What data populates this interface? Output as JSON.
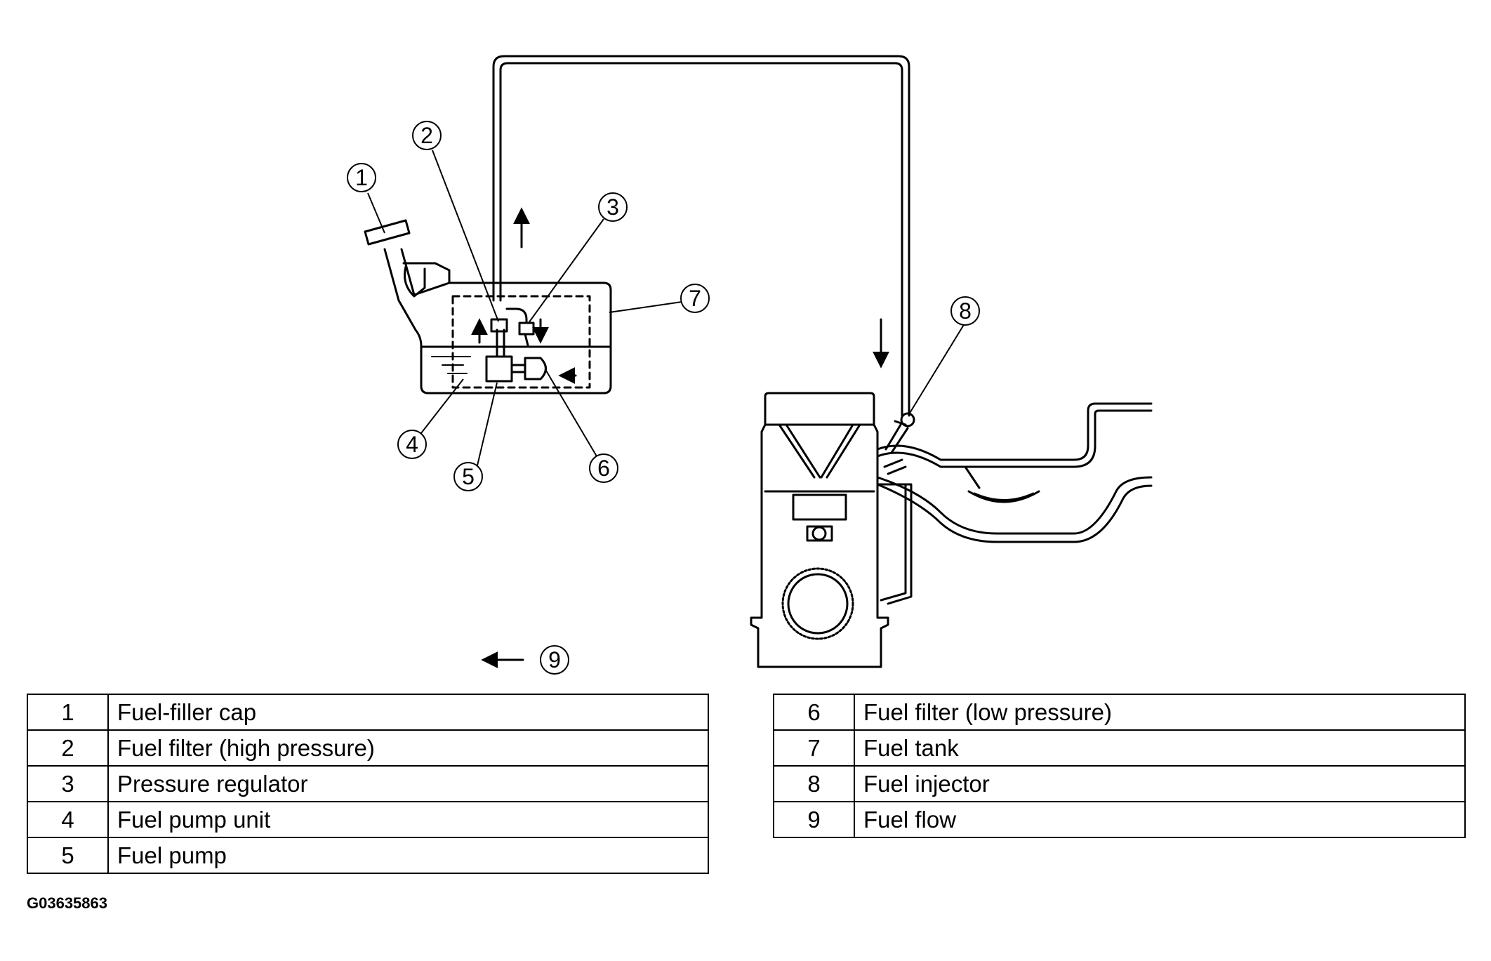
{
  "callouts": [
    "1",
    "2",
    "3",
    "4",
    "5",
    "6",
    "7",
    "8",
    "9"
  ],
  "legend": {
    "left": [
      {
        "num": "1",
        "label": "Fuel-filler cap"
      },
      {
        "num": "2",
        "label": "Fuel filter (high pressure)"
      },
      {
        "num": "3",
        "label": "Pressure regulator"
      },
      {
        "num": "4",
        "label": "Fuel pump unit"
      },
      {
        "num": "5",
        "label": "Fuel pump"
      }
    ],
    "right": [
      {
        "num": "6",
        "label": "Fuel filter (low pressure)"
      },
      {
        "num": "7",
        "label": "Fuel tank"
      },
      {
        "num": "8",
        "label": "Fuel injector"
      },
      {
        "num": "9",
        "label": "Fuel flow"
      }
    ]
  },
  "figure_id": "G03635863"
}
